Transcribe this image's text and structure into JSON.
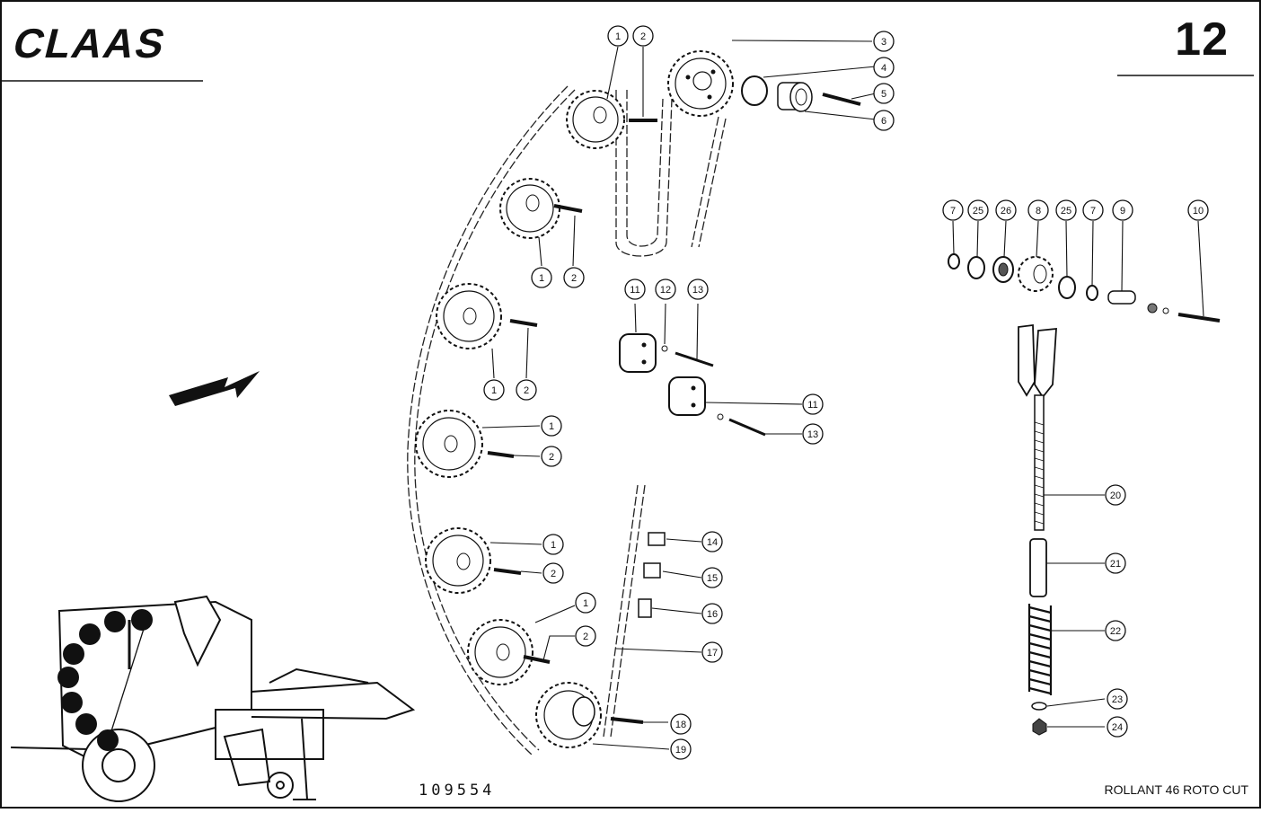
{
  "header": {
    "brand": "CLAAS",
    "page_number": "12"
  },
  "footer": {
    "drawing_number": "109554",
    "model": "ROLLANT 46 ROTO CUT"
  },
  "callouts": [
    "1",
    "2",
    "3",
    "4",
    "5",
    "6",
    "7",
    "8",
    "9",
    "10",
    "11",
    "12",
    "13",
    "14",
    "15",
    "16",
    "17",
    "18",
    "19",
    "20",
    "21",
    "22",
    "23",
    "24",
    "25",
    "26"
  ]
}
